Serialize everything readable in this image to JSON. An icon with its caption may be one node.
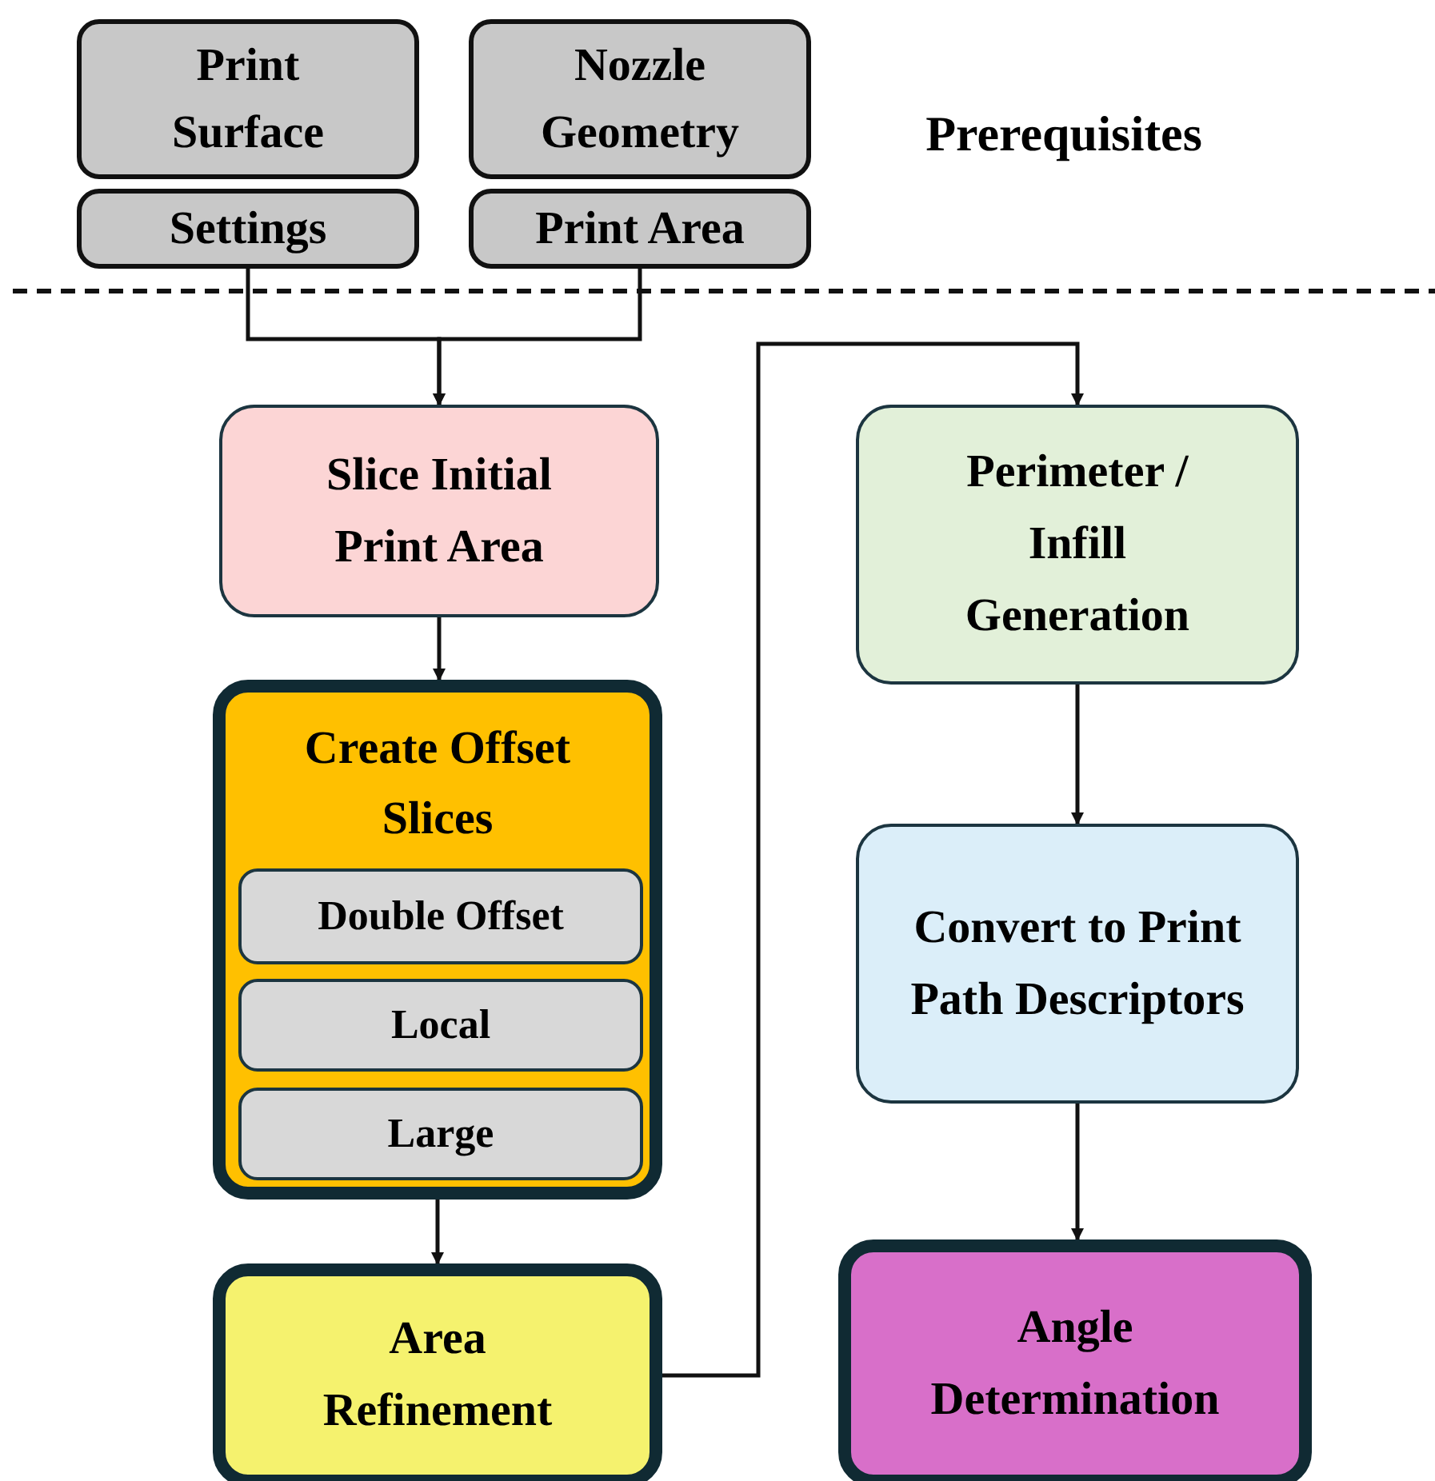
{
  "diagram": {
    "nodes": [
      {
        "text": [
          "Print Surface"
        ]
      },
      {
        "text": [
          "Settings"
        ]
      },
      {
        "text": [
          "Nozzle Geometry"
        ]
      },
      {
        "text": [
          "Print Area"
        ]
      },
      {
        "text": [
          "Slice Initial Print Area"
        ]
      },
      {
        "text": [
          "Create Offset Slices"
        ]
      },
      {
        "text": [
          "Double Offset"
        ],
        "in": 5
      },
      {
        "text": [
          "Local"
        ],
        "in": 5
      },
      {
        "text": [
          "Large"
        ],
        "in": 5
      },
      {
        "text": [
          "Area Refinement"
        ]
      },
      {
        "text": [
          "Perimeter / Infill Generation"
        ]
      },
      {
        "text": [
          "Convert to Print Path Descriptors"
        ]
      },
      {
        "text": [
          "Angle Determination"
        ]
      }
    ],
    "edges": [
      {
        "from": 1,
        "to": 4,
        "arrow": "to"
      },
      {
        "from": 3,
        "to": 4,
        "arrow": "to"
      },
      {
        "from": 4,
        "to": 5,
        "arrow": "to"
      },
      {
        "from": 5,
        "to": 9,
        "arrow": "to"
      },
      {
        "from": 9,
        "to": 10,
        "arrow": "to"
      },
      {
        "from": 10,
        "to": 11,
        "arrow": "to"
      },
      {
        "from": 11,
        "to": 12,
        "arrow": "to"
      }
    ],
    "labels": [
      "Prerequisites"
    ]
  }
}
